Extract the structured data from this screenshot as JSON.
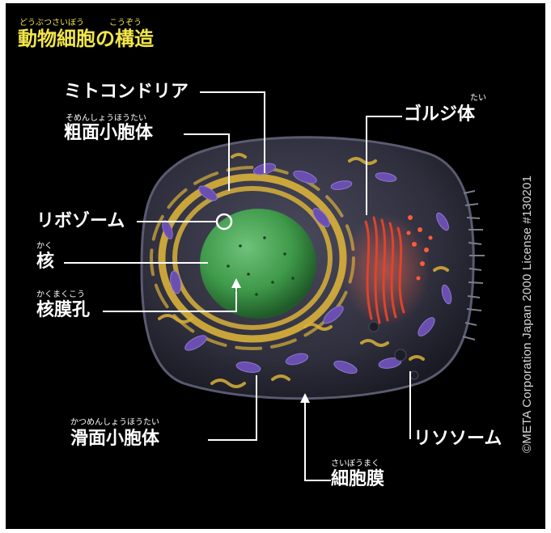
{
  "title": {
    "text": "動物細胞の構造",
    "ruby_left": "どうぶつさいぼう",
    "ruby_right": "こうぞう"
  },
  "labels": {
    "mitochondria": {
      "text": "ミトコンドリア"
    },
    "rough_er": {
      "text": "粗面小胞体",
      "ruby": "そめんしょうほうたい"
    },
    "golgi": {
      "text": "ゴルジ体",
      "ruby": "たい"
    },
    "ribosome": {
      "text": "リボゾーム"
    },
    "nucleus": {
      "text": "核",
      "ruby": "かく"
    },
    "nuclear_pore": {
      "text": "核膜孔",
      "ruby": "かくまくこう"
    },
    "smooth_er": {
      "text": "滑面小胞体",
      "ruby": "かつめんしょうほうたい"
    },
    "lysosome": {
      "text": "リソソーム"
    },
    "cell_membrane": {
      "text": "細胞膜",
      "ruby": "さいぼうまく"
    }
  },
  "copyright": "©META Corporation Japan 2000 License #130201",
  "colors": {
    "title": "#f2e64a",
    "background": "#000000",
    "nucleus": "#3f9a4a",
    "er": "#d9b13a",
    "mitochondria": "#6b4fb0",
    "golgi": "#d8402a"
  }
}
